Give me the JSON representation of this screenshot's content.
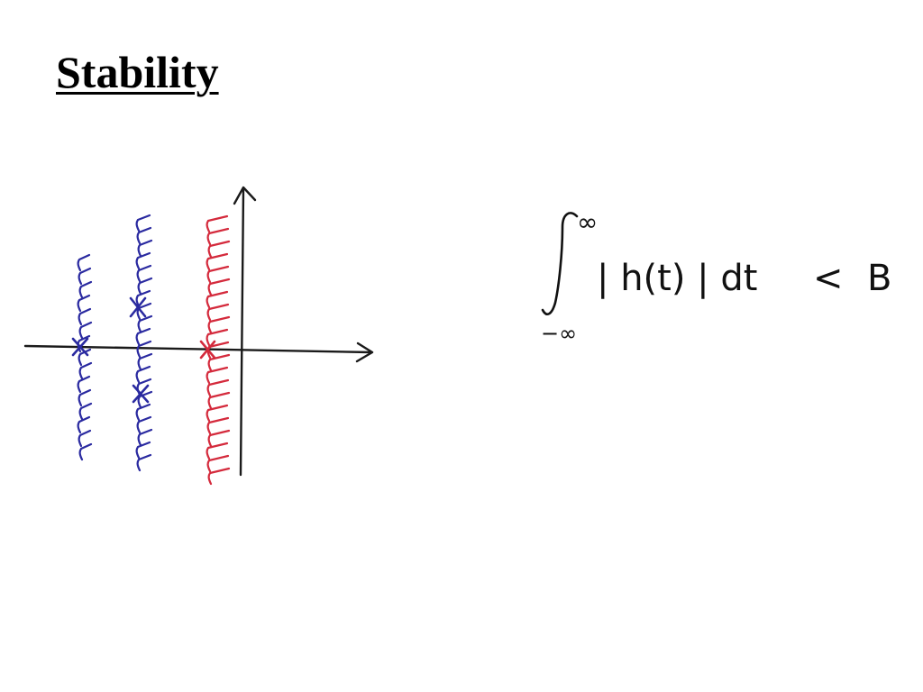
{
  "slide": {
    "title": "Stability"
  },
  "colors": {
    "ink": "#1a1a1a",
    "blue": "#2a2aa0",
    "red": "#d42a3c"
  },
  "diagram": {
    "description_terms": [
      "s-plane",
      "poles",
      "region of convergence"
    ],
    "pole_marker": "×"
  },
  "equation": {
    "integral_sign": "∫",
    "upper_limit": "∞",
    "lower_limit": "−∞",
    "body": "| h(t) | dt",
    "relation": "<",
    "bound": "B"
  }
}
